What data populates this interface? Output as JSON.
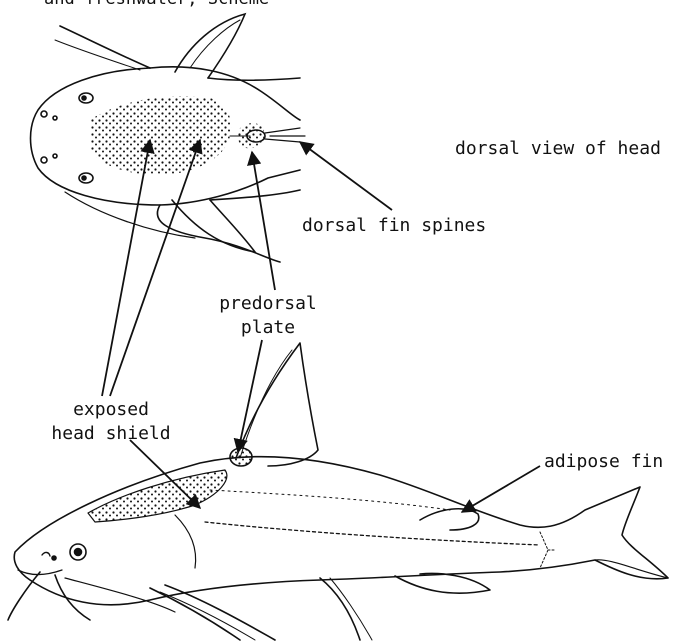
{
  "header_fragment": "and freshwater, Scheme",
  "labels": {
    "dorsal_view": "dorsal view of head",
    "dorsal_fin_spines": "dorsal fin spines",
    "predorsal_plate_line1": "predorsal",
    "predorsal_plate_line2": "plate",
    "exposed_head_shield_line1": "exposed",
    "exposed_head_shield_line2": "head shield",
    "adipose_fin": "adipose fin"
  },
  "colors": {
    "ink": "#111111",
    "paper": "#ffffff"
  }
}
